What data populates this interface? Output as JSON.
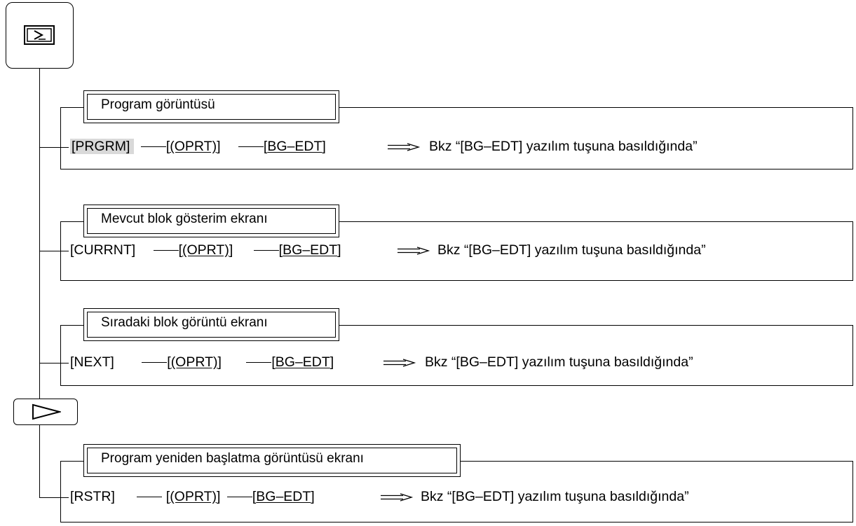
{
  "sections": [
    {
      "title": "Program görüntüsü",
      "key": "[PRGRM]",
      "oprt": "(OPRT)",
      "bg": "BG–EDT",
      "ref": "Bkz “[BG–EDT] yazılım tuşuna basıldığında”"
    },
    {
      "title": "Mevcut blok gösterim ekranı",
      "key": "[CURRNT]",
      "oprt": "(OPRT)",
      "bg": "BG–EDT",
      "ref": "Bkz “[BG–EDT] yazılım tuşuna basıldığında”"
    },
    {
      "title": "Sıradaki blok görüntü ekranı",
      "key": "[NEXT]",
      "oprt": "(OPRT)",
      "bg": "BG–EDT",
      "ref": "Bkz “[BG–EDT] yazılım tuşuna basıldığında”"
    },
    {
      "title": "Program yeniden başlatma görüntüsü ekranı",
      "key": "[RSTR]",
      "oprt": "(OPRT)",
      "bg": "BG–EDT",
      "ref": "Bkz “[BG–EDT] yazılım tuşuna basıldığında”"
    }
  ],
  "icons": {
    "function_key": "program-key-icon",
    "continue_key": "next-menu-triangle-icon",
    "arrow": "double-arrow-icon"
  },
  "colors": {
    "highlight": "#d9d9d9"
  }
}
